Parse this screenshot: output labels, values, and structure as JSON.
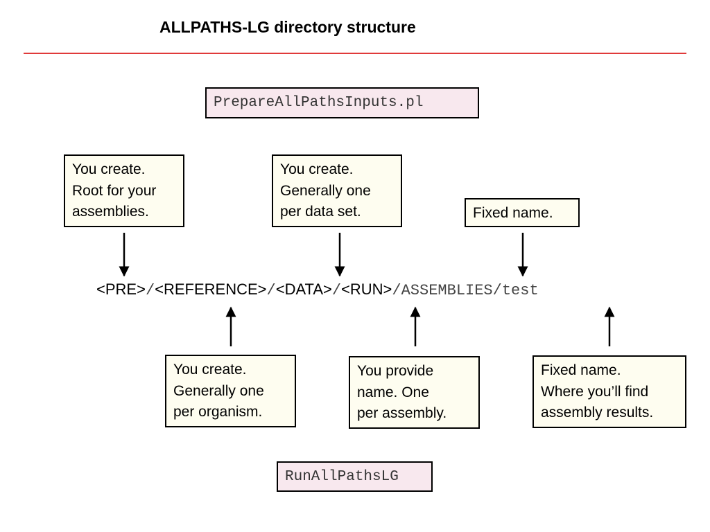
{
  "title": "ALLPATHS-LG directory structure",
  "scripts": {
    "prepare": "PrepareAllPathsInputs.pl",
    "run": "RunAllPathsLG"
  },
  "path": {
    "pre": "<PRE>",
    "reference": "<REFERENCE>",
    "data": "<DATA>",
    "run": "<RUN>",
    "separator": "/",
    "tail": "/ASSEMBLIES/test"
  },
  "notes_top": {
    "pre": [
      "You create.",
      "Root for your",
      "assemblies."
    ],
    "data": [
      "You create.",
      "Generally one",
      "per data set."
    ],
    "assemblies": [
      "Fixed name."
    ]
  },
  "notes_bottom": {
    "reference": [
      "You create.",
      "Generally one",
      "per organism."
    ],
    "run": [
      "You provide",
      "name. One",
      "per assembly."
    ],
    "test": [
      "Fixed name.",
      "Where you’ll find",
      "assembly results."
    ]
  },
  "colors": {
    "rule": "#e03a3a",
    "script_fill": "#f8e8ee",
    "note_fill": "#fefdf0"
  }
}
